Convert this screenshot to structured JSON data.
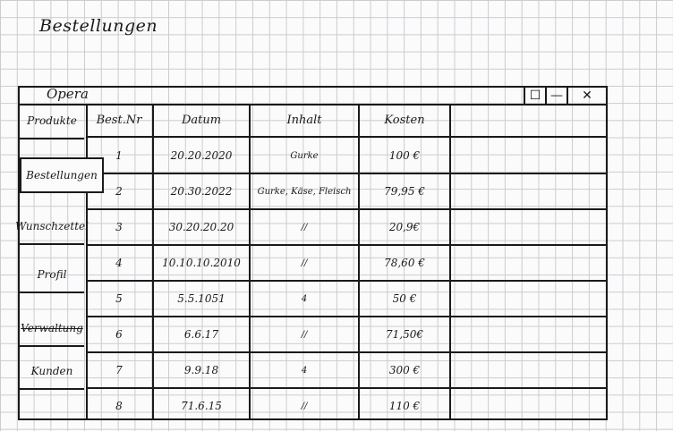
{
  "page": {
    "heading": "Bestellungen"
  },
  "window": {
    "title": "Opera",
    "controls": {
      "maximize": "☐",
      "minimize": "—",
      "close": "✕"
    }
  },
  "sidebar": {
    "items": [
      {
        "label": "Produkte",
        "active": false
      },
      {
        "label": "Bestellungen",
        "active": true
      },
      {
        "label": "Wunschzettel",
        "active": false
      },
      {
        "label": "Profil",
        "active": false
      },
      {
        "label": "Verwaltung",
        "active": false
      },
      {
        "label": "Kunden",
        "active": false
      }
    ]
  },
  "table": {
    "columns": [
      "Best.Nr",
      "Datum",
      "Inhalt",
      "Kosten"
    ],
    "rows": [
      {
        "nr": "1",
        "date": "20.20.2020",
        "content": "Gurke",
        "cost": "100 €"
      },
      {
        "nr": "2",
        "date": "20.30.2022",
        "content": "Gurke, Käse, Fleisch",
        "cost": "79,95 €"
      },
      {
        "nr": "3",
        "date": "30.20.20.20",
        "content": "//",
        "cost": "20,9€"
      },
      {
        "nr": "4",
        "date": "10.10.10.2010",
        "content": "//",
        "cost": "78,60 €"
      },
      {
        "nr": "5",
        "date": "5.5.1051",
        "content": "4",
        "cost": "50 €"
      },
      {
        "nr": "6",
        "date": "6.6.17",
        "content": "//",
        "cost": "71,50€"
      },
      {
        "nr": "7",
        "date": "9.9.18",
        "content": "4",
        "cost": "300 €"
      },
      {
        "nr": "8",
        "date": "71.6.15",
        "content": "//",
        "cost": "110 €"
      }
    ]
  }
}
